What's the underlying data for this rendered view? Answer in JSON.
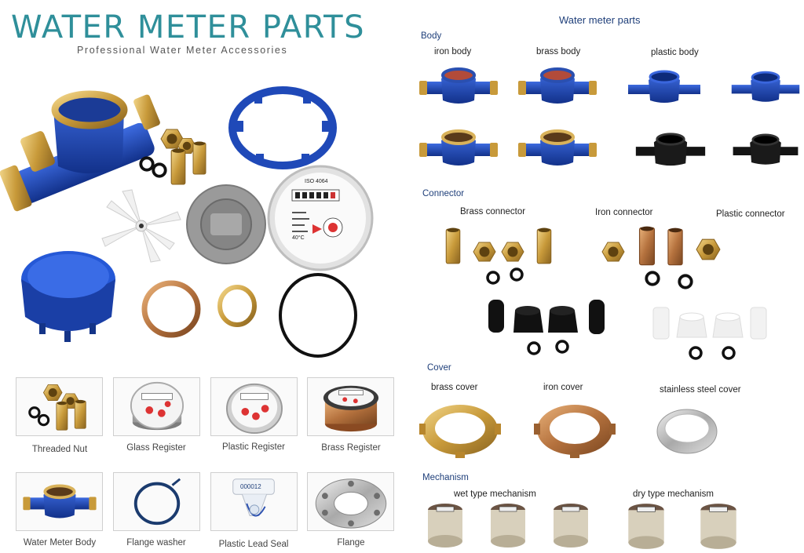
{
  "left": {
    "title": "WATER METER PARTS",
    "subtitle": "Professional Water Meter Accessories",
    "thumbnails": [
      {
        "label": "Threaded Nut"
      },
      {
        "label": "Glass Register"
      },
      {
        "label": "Plastic Register"
      },
      {
        "label": "Brass Register"
      },
      {
        "label": "Water Meter Body"
      },
      {
        "label": "Flange washer"
      },
      {
        "label": "Plastic Lead Seal"
      },
      {
        "label": "Flange"
      }
    ],
    "register_text": "ISO 4064",
    "register_temp": "40°C",
    "seal_number": "000012"
  },
  "right": {
    "title": "Water meter parts",
    "body": {
      "heading": "Body",
      "labels": [
        "iron body",
        "brass body",
        "plastic body"
      ]
    },
    "connector": {
      "heading": "Connector",
      "labels": [
        "Brass connector",
        "Iron connector",
        "Plastic connector"
      ]
    },
    "cover": {
      "heading": "Cover",
      "labels": [
        "brass cover",
        "iron cover",
        "stainless steel cover"
      ]
    },
    "mechanism": {
      "heading": "Mechanism",
      "labels": [
        "wet type mechanism",
        "dry type mechanism"
      ]
    }
  },
  "colors": {
    "title_teal": "#2f8f9a",
    "section_blue": "#1f3f7a",
    "meter_blue": "#1f49b8",
    "brass": "#c89a3a",
    "copper": "#b5723e"
  }
}
